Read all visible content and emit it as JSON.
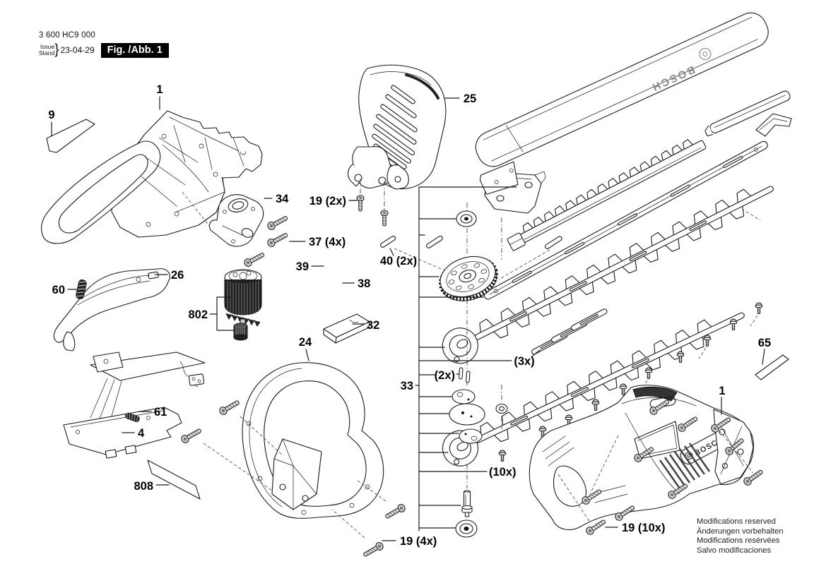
{
  "header": {
    "product_code": "3 600 HC9 000",
    "issue_label": "Issue",
    "stand_label": "Stand",
    "date": "23-04-29",
    "figure_label": "Fig. /Abb. 1"
  },
  "brand": {
    "cover_text": "BOSCH",
    "housing_text": "BOSCH"
  },
  "callouts": [
    {
      "part": "9"
    },
    {
      "part": "1"
    },
    {
      "part": "25"
    },
    {
      "part": "19 (2x)"
    },
    {
      "part": "34"
    },
    {
      "part": "37 (4x)"
    },
    {
      "part": "39"
    },
    {
      "part": "38"
    },
    {
      "part": "40 (2x)"
    },
    {
      "part": "26"
    },
    {
      "part": "60"
    },
    {
      "part": "802"
    },
    {
      "part": "32"
    },
    {
      "part": "24"
    },
    {
      "part": "33"
    },
    {
      "part": "(3x)"
    },
    {
      "part": "(2x)"
    },
    {
      "part": "(10x)"
    },
    {
      "part": "61"
    },
    {
      "part": "4"
    },
    {
      "part": "808"
    },
    {
      "part": "19 (4x)"
    },
    {
      "part": "65"
    },
    {
      "part": "1"
    },
    {
      "part": "19 (10x)"
    }
  ],
  "footer": {
    "lines": [
      "Modifications reserved",
      "Änderungen vorbehalten",
      "Modifications resérvées",
      "Salvo modificaciones"
    ]
  }
}
